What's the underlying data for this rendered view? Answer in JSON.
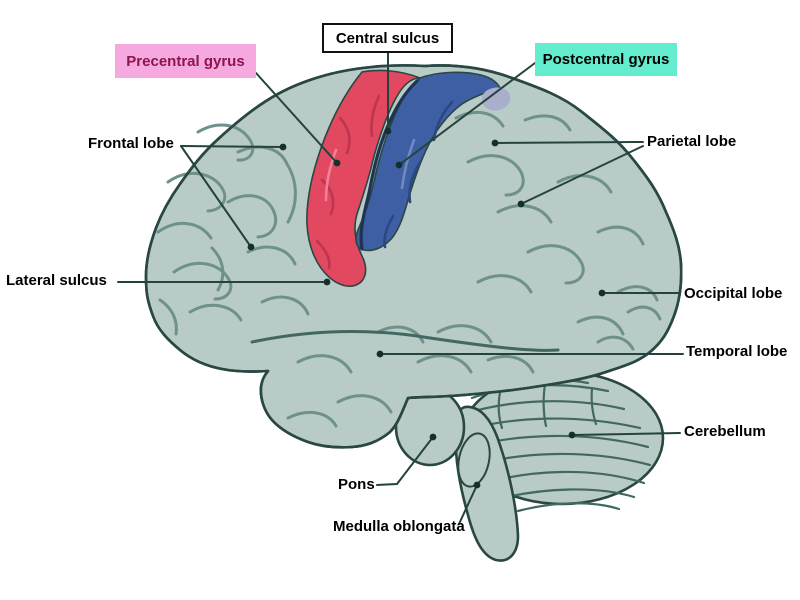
{
  "labels": {
    "central_sulcus": "Central sulcus",
    "precentral_gyrus": "Precentral gyrus",
    "postcentral_gyrus": "Postcentral gyrus",
    "frontal_lobe": "Frontal lobe",
    "parietal_lobe": "Parietal lobe",
    "lateral_sulcus": "Lateral sulcus",
    "occipital_lobe": "Occipital lobe",
    "temporal_lobe": "Temporal lobe",
    "cerebellum": "Cerebellum",
    "pons": "Pons",
    "medulla_oblongata": "Medulla oblongata"
  },
  "colors": {
    "background": "#ffffff",
    "brain_surface": "#b9cbc6",
    "fold": "#6f918c",
    "fold_dark": "#436763",
    "outline": "#294743",
    "leader": "#24423e",
    "dot": "#14302c",
    "precentral_region": "#e2485f",
    "precentral_shade": "#bf3550",
    "precentral_highlight": "#ef8296",
    "postcentral_region": "#3f5fa5",
    "postcentral_shade": "#2c4781",
    "postcentral_highlight": "#7289bf",
    "sulcus_groove": "#1d3552",
    "paracentral_patch": "#a9aecd",
    "label_text": "#000000",
    "precentral_label_bg": "#f6a9de",
    "precentral_label_text": "#8c1550",
    "postcentral_label_bg": "#63ecce",
    "central_sulcus_box_bg": "#ffffff",
    "central_sulcus_box_border": "#111111"
  }
}
